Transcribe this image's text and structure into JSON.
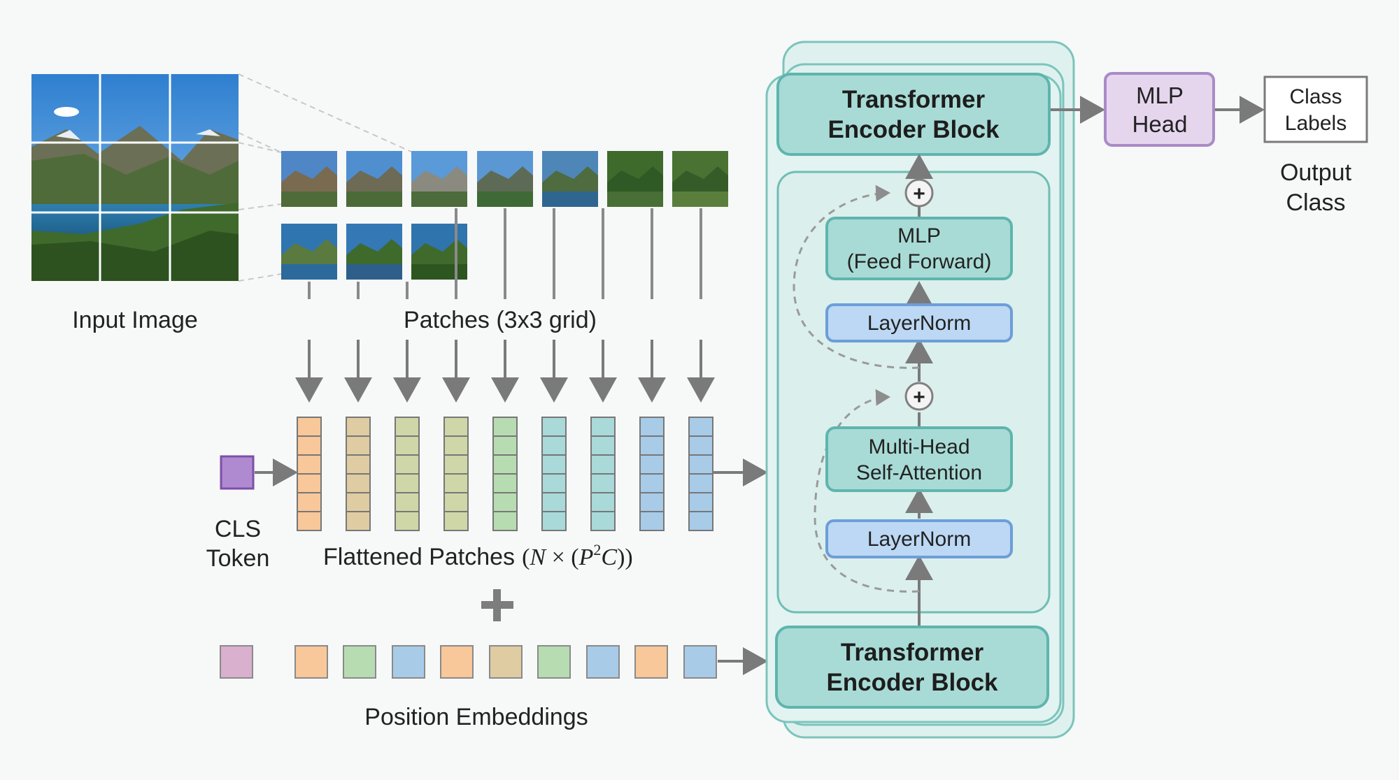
{
  "labels": {
    "input_image": "Input Image",
    "patches": "Patches (3x3 grid)",
    "cls_line1": "CLS",
    "cls_line2": "Token",
    "flattened": "Flattened Patches",
    "position_embeddings": "Position Embeddings",
    "output_line1": "Output",
    "output_line2": "Class"
  },
  "formula": {
    "open": "(",
    "N": "N",
    "times": " × ",
    "open2": "(",
    "P": "P",
    "exp": "2",
    "C": "C",
    "close": "))"
  },
  "encoder": {
    "top_line1": "Transformer",
    "top_line2": "Encoder Block",
    "bottom_line1": "Transformer",
    "bottom_line2": "Encoder Block",
    "mlp_line1": "MLP",
    "mlp_line2": "(Feed Forward)",
    "layernorm_top": "LayerNorm",
    "mhsa_line1": "Multi-Head",
    "mhsa_line2": "Self-Attention",
    "layernorm_bottom": "LayerNorm",
    "plus": "+"
  },
  "head": {
    "mlp_line1": "MLP",
    "mlp_line2": "Head",
    "class_line1": "Class",
    "class_line2": "Labels"
  },
  "colors": {
    "orange": "#f8c79a",
    "tan": "#e0cca3",
    "olive": "#cfd7a8",
    "green": "#b8dcb2",
    "teal": "#a9d9d8",
    "blue": "#a8cbe8",
    "cls": "#b08ad0",
    "pos_cls": "#d9b0cd",
    "encoder_fill": "#a8dbd6",
    "encoder_stroke": "#5fb5ad",
    "layernorm_fill": "#bcd8f4",
    "layernorm_stroke": "#6d9ed8",
    "mlp_head_fill": "#e5d6ee",
    "mlp_head_stroke": "#a98bc6",
    "arrow": "#7a7a7a"
  }
}
